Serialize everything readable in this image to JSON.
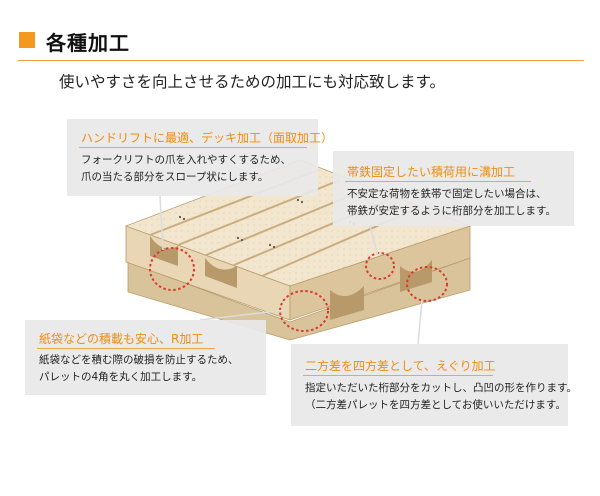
{
  "header": {
    "title": "各種加工"
  },
  "subtitle": "使いやすさを向上させるための加工にも対応致します。",
  "callouts": [
    {
      "title": "ハンドリフトに最適、デッキ加工（面取加工）",
      "lines": [
        "フォークリフトの爪を入れやすくするため、",
        "爪の当たる部分をスロープ状にします。"
      ]
    },
    {
      "title": "帯鉄固定したい積荷用に溝加工",
      "lines": [
        "不安定な荷物を鉄帯で固定したい場合は、",
        "帯鉄が安定するように桁部分を加工します。"
      ]
    },
    {
      "title": "紙袋などの積載も安心、R加工",
      "lines": [
        "紙袋などを積む際の破損を防止するため、",
        "パレットの4角を丸く加工します。"
      ]
    },
    {
      "title": "二方差を四方差として、えぐり加工",
      "lines": [
        "指定いただいた桁部分をカットし、凸凹の形を作ります。",
        "（二方差パレットを四方差としてお使いいただけます。"
      ]
    }
  ],
  "colors": {
    "accent": "#f39a1e",
    "title_orange": "#f08c0f",
    "callout_bg": "#e8e8e8",
    "wood_light": "#f3e6cf",
    "wood_mid": "#e6d2ae",
    "wood_dark": "#c9ad7f",
    "highlight_circle": "#d93a2b"
  }
}
